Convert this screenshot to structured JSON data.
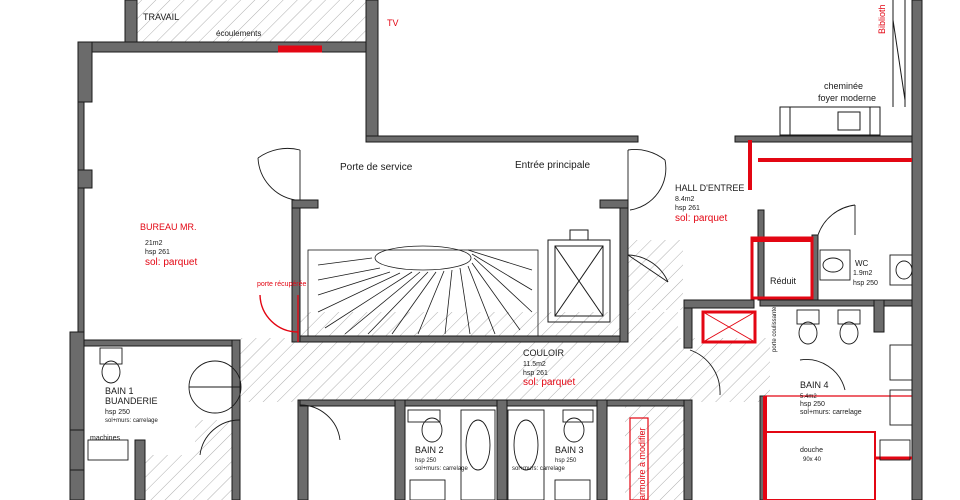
{
  "colors": {
    "wall": "#6b6b6b",
    "wall_outline": "#1a1a1a",
    "modification": "#e30613",
    "hatch": "#9a9a9a",
    "text": "#1a1a1a"
  },
  "labels": {
    "travail": "TRAVAIL",
    "ecoulements": "écoulements",
    "tv": "TV",
    "bibliotheque": "Biblioth",
    "cheminee_1": "cheminée",
    "cheminee_2": "foyer moderne",
    "porte_service": "Porte de service",
    "entree_principale": "Entrée principale",
    "hall_title": "HALL D'ENTREE",
    "hall_area": "8.4m2",
    "hall_hsp": "hsp 261",
    "hall_sol": "sol: parquet",
    "bureau_title": "BUREAU MR.",
    "bureau_area": "21m2",
    "bureau_hsp": "hsp 261",
    "bureau_sol": "sol: parquet",
    "porte_recuperee": "porte récupérée",
    "couloir_title": "COULOIR",
    "couloir_area": "11.5m2",
    "couloir_hsp": "hsp 261",
    "couloir_sol": "sol: parquet",
    "reduit": "Réduit",
    "wc_title": "WC",
    "wc_area": "1.9m2",
    "wc_hsp": "hsp 250",
    "bain1_title": "BAIN 1",
    "bain1_sub": "BUANDERIE",
    "bain1_hsp": "hsp 250",
    "bain1_sol": "sol+murs: carrelage",
    "machines": "machines",
    "bain2_title": "BAIN 2",
    "bain2_hsp": "hsp 250",
    "bain2_sol": "sol+murs: carrelage",
    "bain3_title": "BAIN 3",
    "bain3_hsp": "hsp 250",
    "bain3_sol": "sol+murs: carrelage",
    "bain4_title": "BAIN 4",
    "bain4_area": "5.4m2",
    "bain4_hsp": "hsp 250",
    "bain4_sol": "sol+murs: carrelage",
    "douche": "douche",
    "douche_dim": "90x 40",
    "armoire": "armoire à modifier",
    "porte_vertical": "porte coulissante"
  }
}
